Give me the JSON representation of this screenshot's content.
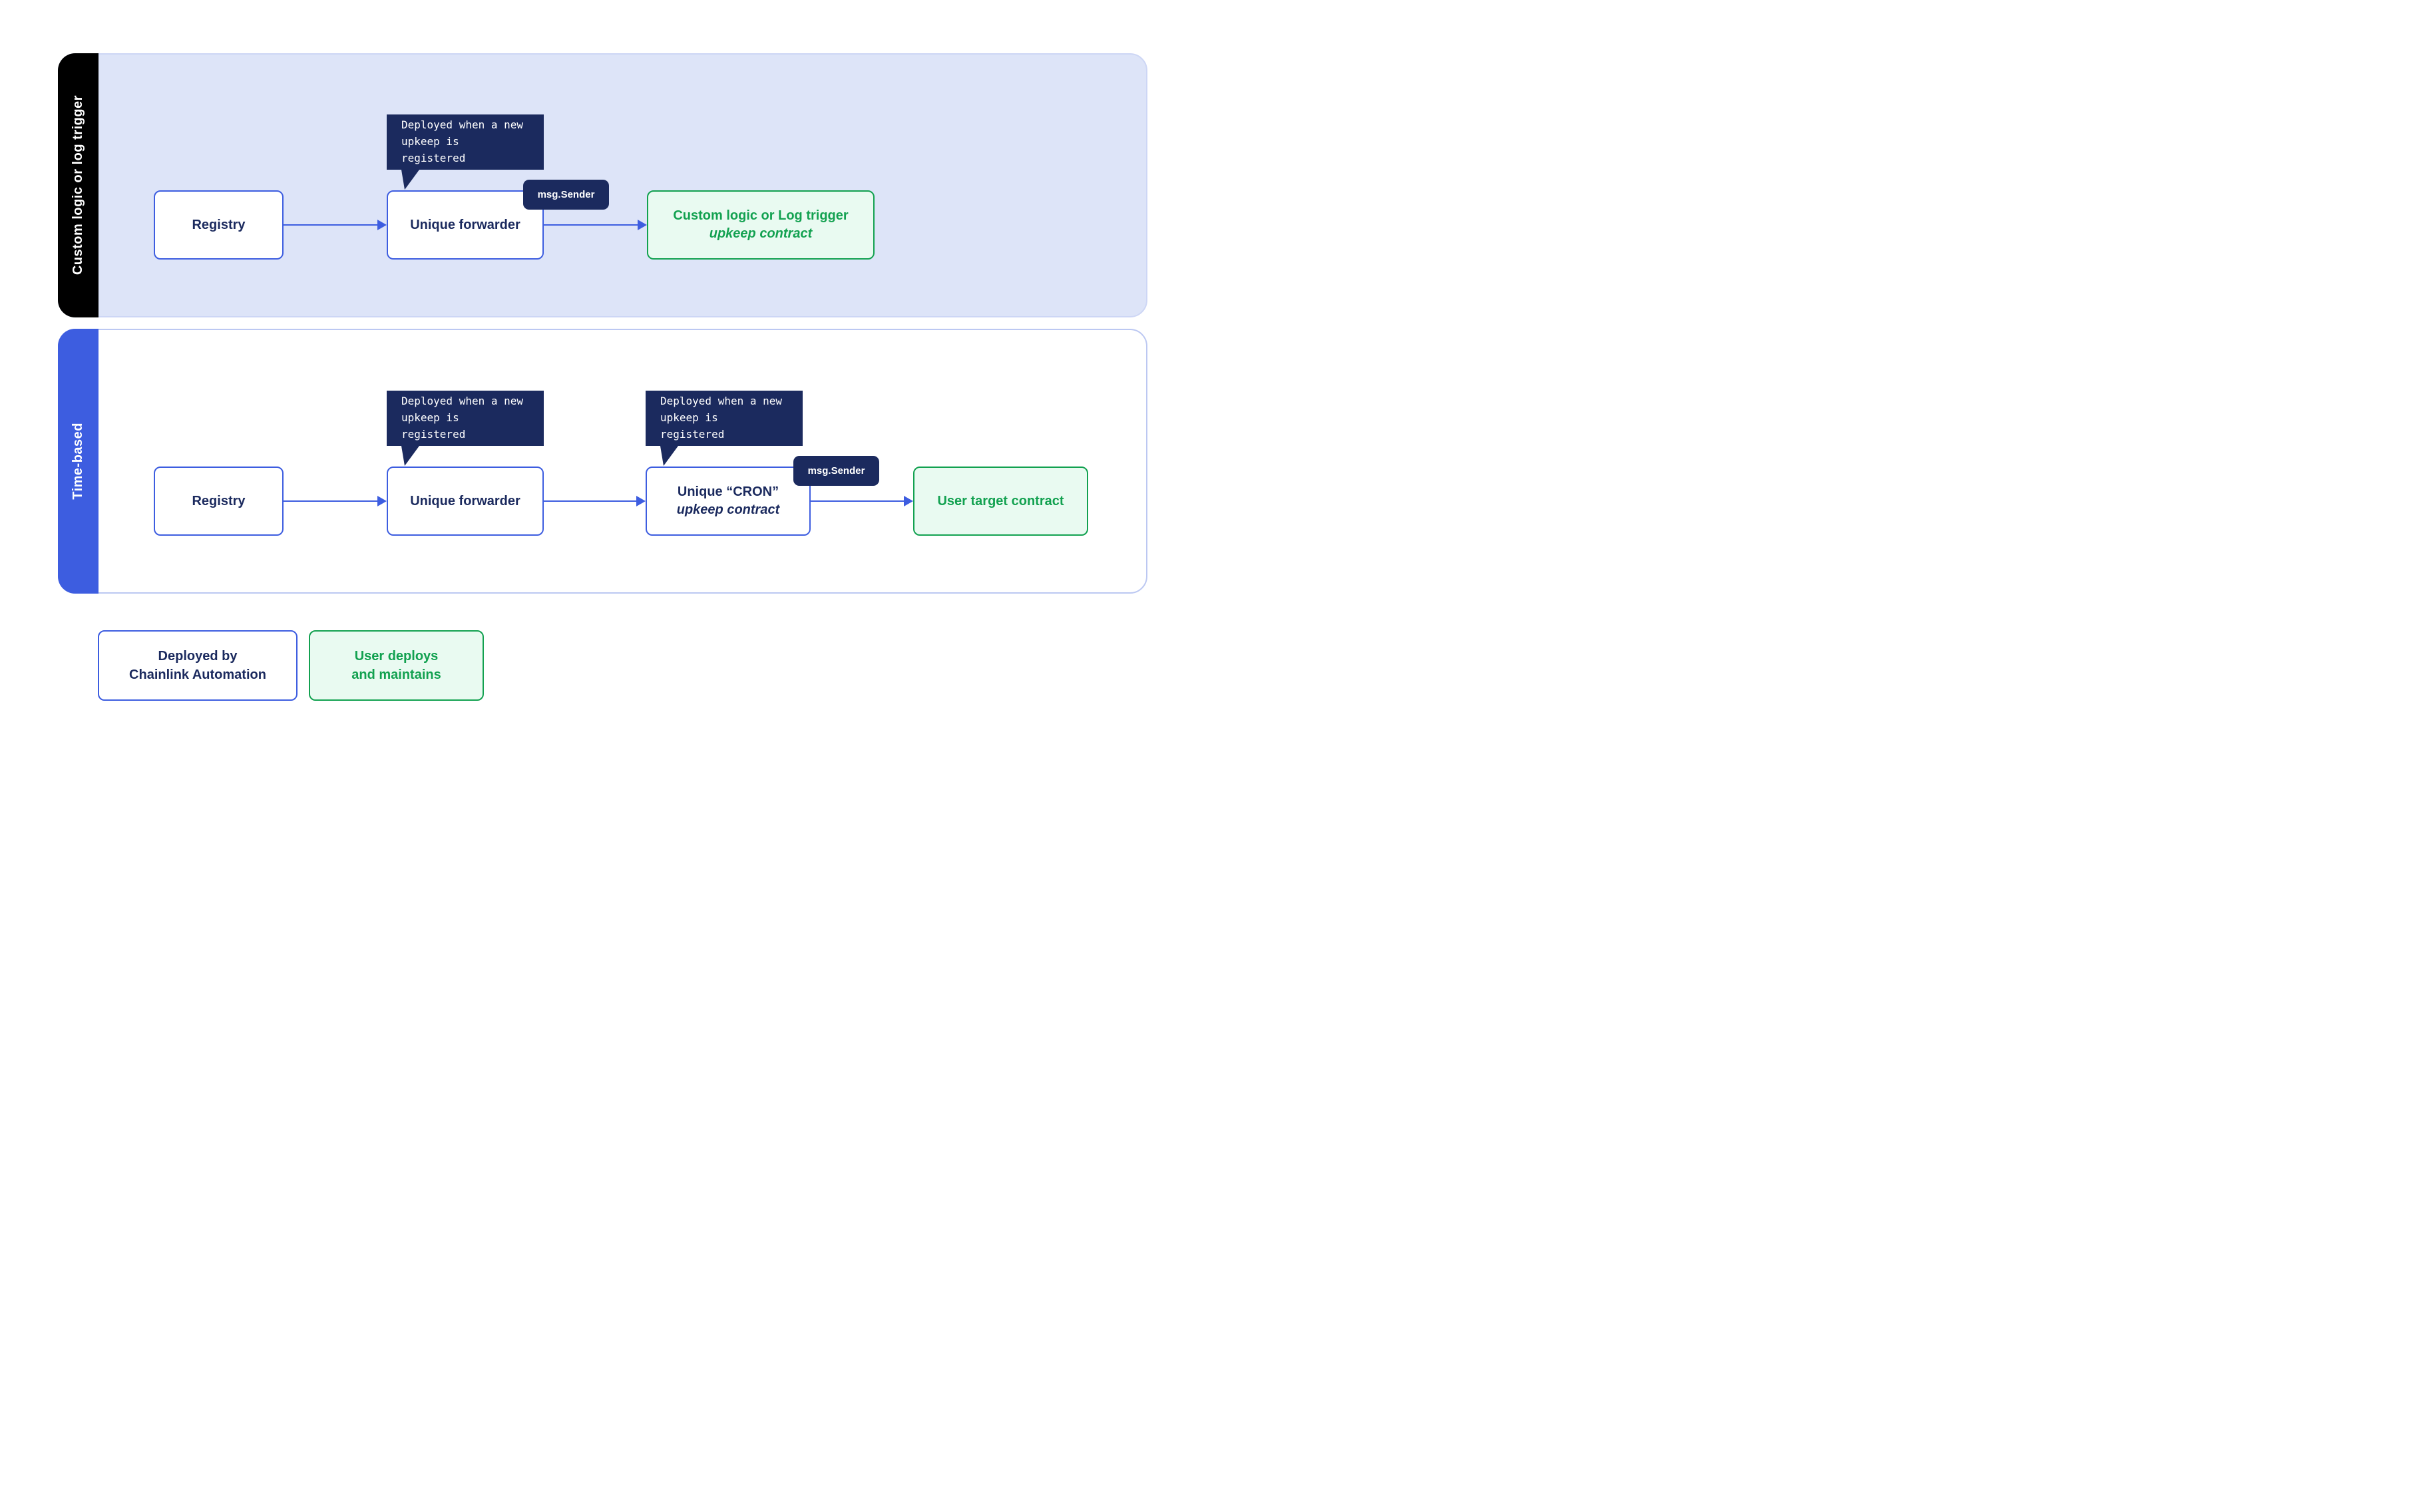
{
  "diagram": {
    "lane1": {
      "label": "Custom logic or log trigger",
      "registry_label": "Registry",
      "forwarder_label": "Unique forwarder",
      "tooltip_line1": "Deployed when a new",
      "tooltip_line2": "upkeep is registered",
      "msg_sender_label": "msg.Sender",
      "target_line1": "Custom logic or Log trigger",
      "target_line2": "upkeep contract"
    },
    "lane2": {
      "label": "Time-based",
      "registry_label": "Registry",
      "forwarder_label": "Unique forwarder",
      "forwarder_tooltip_line1": "Deployed when a new",
      "forwarder_tooltip_line2": "upkeep is registered",
      "cron_tooltip_line1": "Deployed when a new",
      "cron_tooltip_line2": "upkeep is registered",
      "cron_line1": "Unique “CRON”",
      "cron_line2": "upkeep contract",
      "msg_sender_label": "msg.Sender",
      "target_label": "User target contract"
    },
    "legend": {
      "chainlink_line1": "Deployed by",
      "chainlink_line2": "Chainlink Automation",
      "user_line1": "User deploys",
      "user_line2": "and maintains"
    },
    "colors": {
      "navy": "#1b2a5e",
      "blue": "#3d5de0",
      "green": "#12a150",
      "green_bg": "#e9faf1",
      "lane1_bg": "#dde4f8",
      "lane1_tab": "#000000"
    }
  }
}
